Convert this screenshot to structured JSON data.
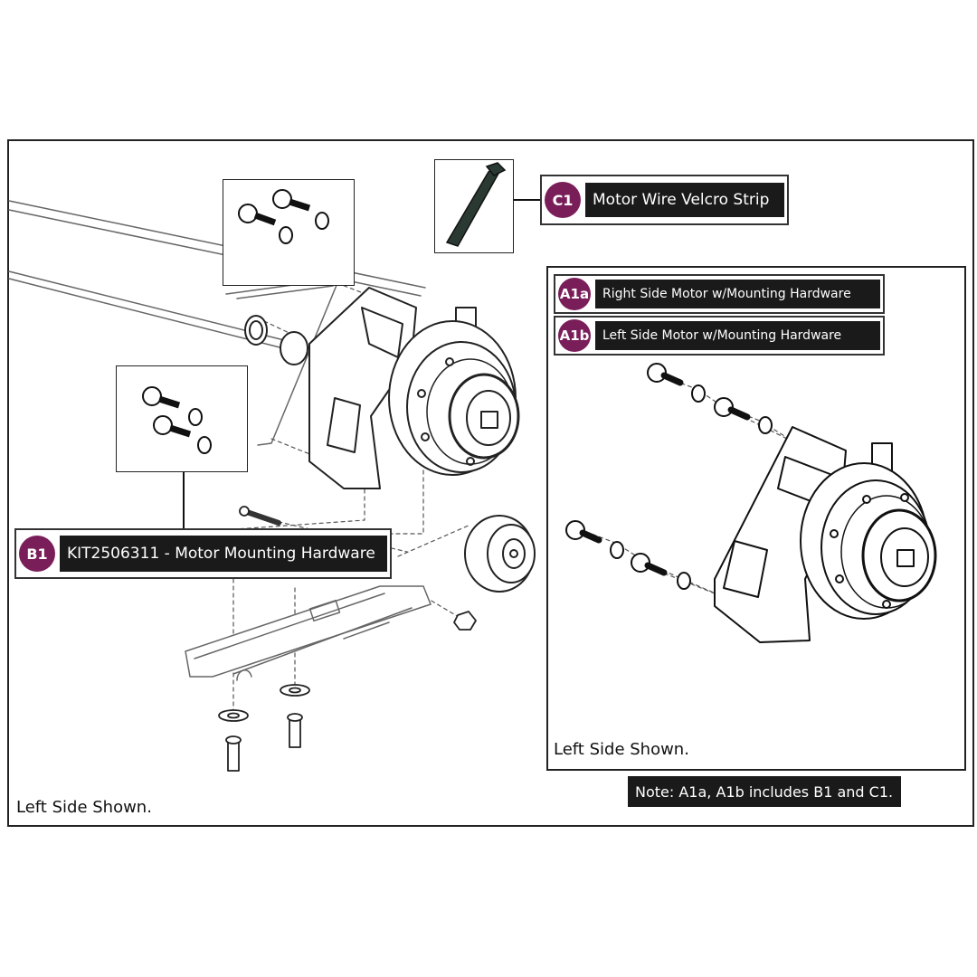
{
  "labels": {
    "c1": {
      "code": "C1",
      "text": "Motor Wire Velcro Strip"
    },
    "a1a": {
      "code": "A1a",
      "text": "Right Side Motor w/Mounting Hardware"
    },
    "a1b": {
      "code": "A1b",
      "text": "Left Side Motor w/Mounting Hardware"
    },
    "b1": {
      "code": "B1",
      "text": "KIT2506311 - Motor Mounting Hardware"
    }
  },
  "captions": {
    "main_view": "Left Side Shown.",
    "inset_view": "Left Side Shown."
  },
  "note": "Note: A1a, A1b includes B1 and C1.",
  "colors": {
    "badge": "#7a1e5a",
    "label_bar": "#1a1a1a",
    "frame": "#222222"
  },
  "icons": [
    "bolt-icon",
    "washer-icon",
    "velcro-strip-icon",
    "motor-icon",
    "wheel-icon",
    "frame-rail-icon"
  ]
}
